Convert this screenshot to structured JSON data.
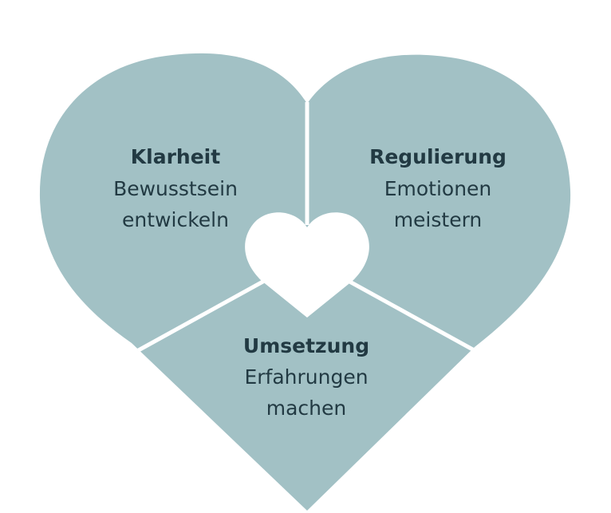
{
  "colors": {
    "heart_fill": "#a2c1c5",
    "divider": "#ffffff",
    "center_heart": "#ffffff",
    "text": "#223a43"
  },
  "segments": {
    "klarheit": {
      "title": "Klarheit",
      "line1": "Bewusstsein",
      "line2": "entwickeln"
    },
    "regulierung": {
      "title": "Regulierung",
      "line1": "Emotionen",
      "line2": "meistern"
    },
    "umsetzung": {
      "title": "Umsetzung",
      "line1": "Erfahrungen",
      "line2": "machen"
    }
  }
}
